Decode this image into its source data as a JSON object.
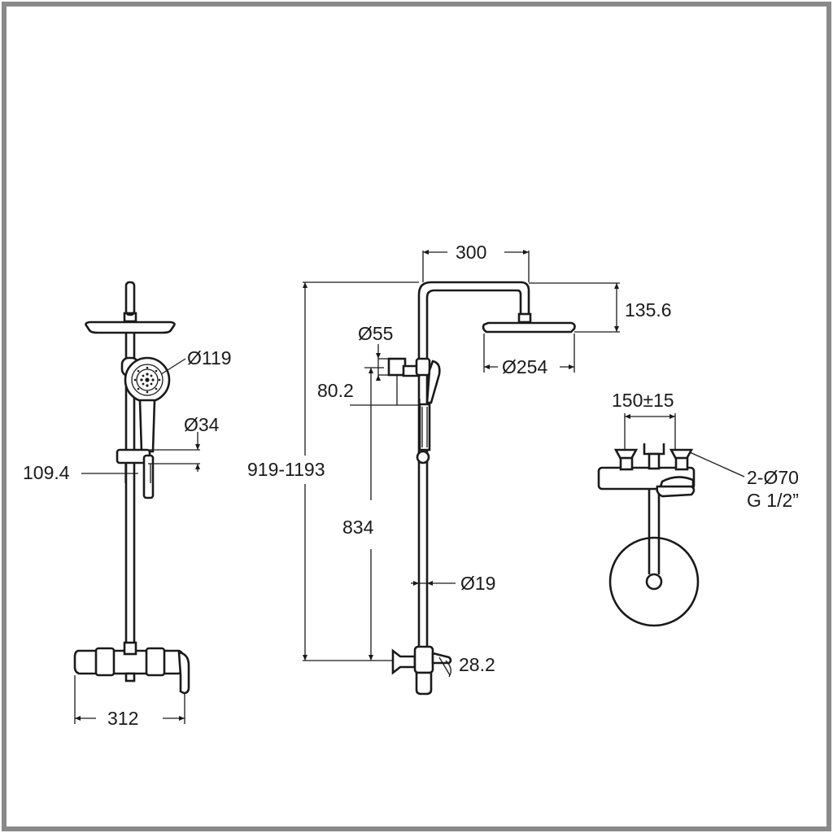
{
  "dimensions": {
    "overhead_arm_length": "300",
    "overhead_height": "135.6",
    "overhead_diameter": "Ø254",
    "total_height": "919-1193",
    "hand_shower_holder_diameter": "Ø55",
    "hand_shower_holder_offset": "80.2",
    "mixer_to_holder_height": "834",
    "rail_diameter": "Ø19",
    "spout_angle": "28.2",
    "hand_shower_diameter": "Ø119",
    "slider_diameter": "Ø34",
    "slider_projection": "109.4",
    "mixer_width": "312",
    "inlet_spacing": "150±15",
    "inlet_escutcheons": "2-Ø70",
    "inlet_thread": "G 1/2”"
  }
}
